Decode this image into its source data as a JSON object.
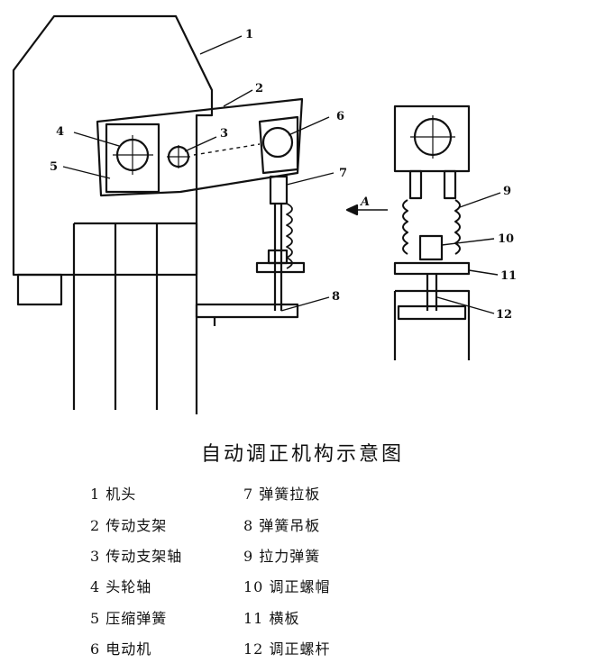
{
  "diagram": {
    "callouts": {
      "c1": "1",
      "c2": "2",
      "c3": "3",
      "c4": "4",
      "c5": "5",
      "c6": "6",
      "c7": "7",
      "c8": "8",
      "c9": "9",
      "c10": "10",
      "c11": "11",
      "c12": "12",
      "view": "A"
    }
  },
  "caption": "自动调正机构示意图",
  "legend": {
    "left": [
      "1 机头",
      "2 传动支架",
      "3 传动支架轴",
      "4 头轮轴",
      "5 压缩弹簧",
      "6 电动机"
    ],
    "right": [
      "7 弹簧拉板",
      "8 弹簧吊板",
      "9 拉力弹簧",
      "10 调正螺帽",
      "11 横板",
      "12 调正螺杆"
    ]
  }
}
